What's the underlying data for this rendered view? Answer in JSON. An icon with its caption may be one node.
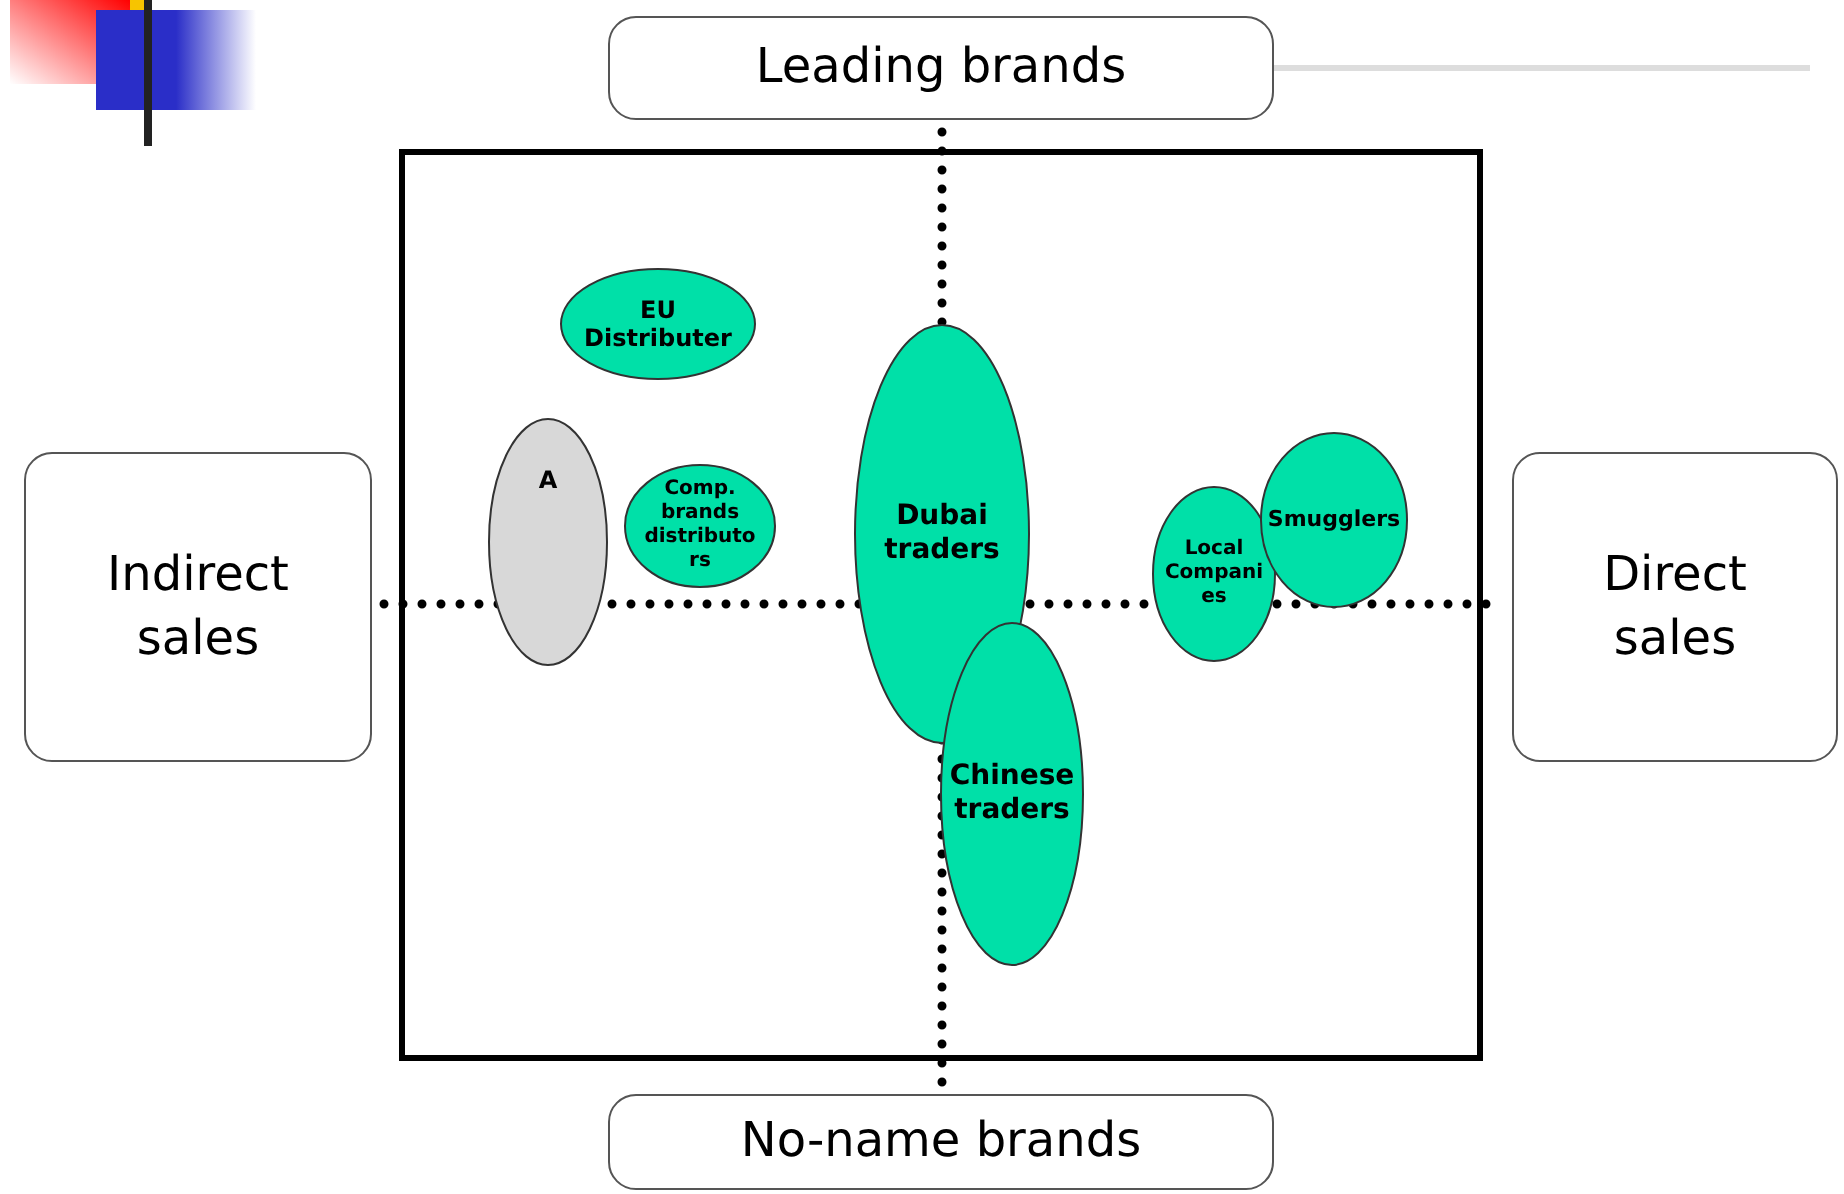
{
  "diagram": {
    "nodes": [
      {
        "text": [
          "Leading brands"
        ]
      },
      {
        "text": [
          "Indirect sales"
        ]
      },
      {
        "text": [
          "Direct sales"
        ]
      },
      {
        "text": [
          "No-name brands"
        ]
      },
      {
        "text": [
          "EU Distributer"
        ]
      },
      {
        "text": [
          "A"
        ]
      },
      {
        "text": [
          "Comp. brands distributors"
        ]
      },
      {
        "text": [
          "Dubai traders"
        ]
      },
      {
        "text": [
          "Chinese traders"
        ]
      },
      {
        "text": [
          "Local Companies"
        ]
      },
      {
        "text": [
          "Smugglers"
        ]
      }
    ]
  }
}
